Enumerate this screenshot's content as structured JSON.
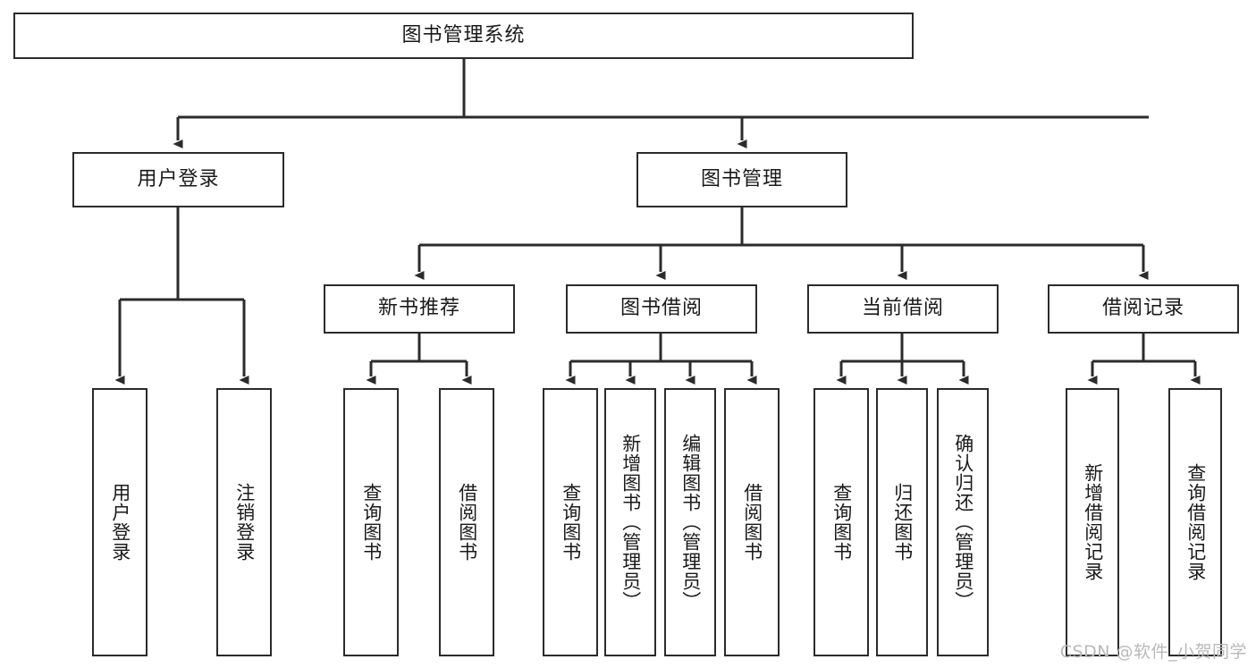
{
  "diagram": {
    "type": "tree-hierarchy",
    "title": "图书管理系统",
    "watermark": "CSDN @软件_小贺同学",
    "colors": {
      "box_border": "#2b2b2b",
      "box_fill": "#ffffff",
      "connector": "#2b2b2b",
      "text": "#1a1a1a",
      "watermark": "#b9b9b9",
      "background": "#ffffff"
    },
    "levels": [
      {
        "level": 1,
        "nodes": [
          {
            "id": "root",
            "label": "图书管理系统",
            "orientation": "horizontal"
          }
        ]
      },
      {
        "level": 2,
        "nodes": [
          {
            "id": "login",
            "label": "用户登录",
            "orientation": "horizontal",
            "parent": "root"
          },
          {
            "id": "bookmgmt",
            "label": "图书管理",
            "orientation": "horizontal",
            "parent": "root"
          }
        ]
      },
      {
        "level": 3,
        "nodes": [
          {
            "id": "newbook",
            "label": "新书推荐",
            "orientation": "horizontal",
            "parent": "bookmgmt"
          },
          {
            "id": "borrow",
            "label": "图书借阅",
            "orientation": "horizontal",
            "parent": "bookmgmt"
          },
          {
            "id": "current",
            "label": "当前借阅",
            "orientation": "horizontal",
            "parent": "bookmgmt"
          },
          {
            "id": "records",
            "label": "借阅记录",
            "orientation": "horizontal",
            "parent": "bookmgmt"
          }
        ]
      },
      {
        "level": 4,
        "nodes": [
          {
            "id": "leaf1",
            "label": "用户登录",
            "orientation": "vertical",
            "parent": "login"
          },
          {
            "id": "leaf2",
            "label": "注销登录",
            "orientation": "vertical",
            "parent": "login"
          },
          {
            "id": "leaf3",
            "label": "查询图书",
            "orientation": "vertical",
            "parent": "newbook"
          },
          {
            "id": "leaf4",
            "label": "借阅图书",
            "orientation": "vertical",
            "parent": "newbook"
          },
          {
            "id": "leaf5",
            "label": "查询图书",
            "orientation": "vertical",
            "parent": "borrow"
          },
          {
            "id": "leaf6",
            "label": "新增图书（管理员）",
            "orientation": "vertical",
            "parent": "borrow"
          },
          {
            "id": "leaf7",
            "label": "编辑图书（管理员）",
            "orientation": "vertical",
            "parent": "borrow"
          },
          {
            "id": "leaf8",
            "label": "借阅图书",
            "orientation": "vertical",
            "parent": "borrow"
          },
          {
            "id": "leaf9",
            "label": "查询图书",
            "orientation": "vertical",
            "parent": "current"
          },
          {
            "id": "leaf10",
            "label": "归还图书",
            "orientation": "vertical",
            "parent": "current"
          },
          {
            "id": "leaf11",
            "label": "确认归还（管理员）",
            "orientation": "vertical",
            "parent": "current"
          },
          {
            "id": "leaf12",
            "label": "新增借阅记录",
            "orientation": "vertical",
            "parent": "records"
          },
          {
            "id": "leaf13",
            "label": "查询借阅记录",
            "orientation": "vertical",
            "parent": "records"
          }
        ]
      }
    ]
  }
}
